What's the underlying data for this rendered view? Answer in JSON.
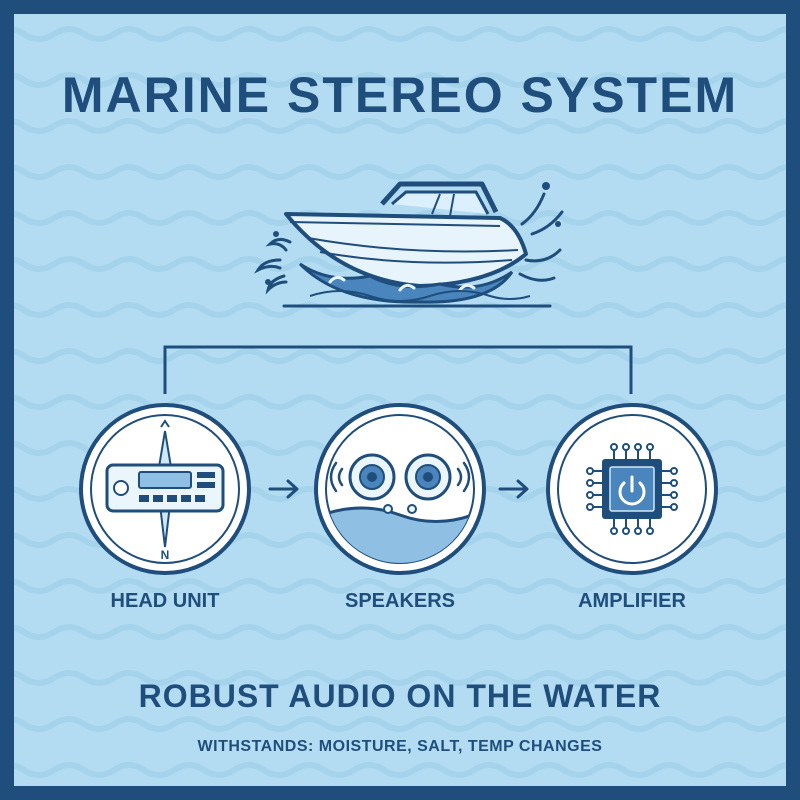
{
  "title": "MARINE STEREO SYSTEM",
  "nodes": [
    {
      "label": "HEAD UNIT",
      "icon": "car-radio-compass-icon"
    },
    {
      "label": "SPEAKERS",
      "icon": "speakers-icon"
    },
    {
      "label": "AMPLIFIER",
      "icon": "amplifier-chip-icon"
    }
  ],
  "compass": {
    "north": "N"
  },
  "tagline": "ROBUST AUDIO ON THE WATER",
  "subline": "WITHSTANDS: MOISTURE, SALT, TEMP CHANGES",
  "colors": {
    "frame": "#1f4e7d",
    "background": "#b3dcf2",
    "wave": "#a5d3ec",
    "icon_fill": "#cfe8f7",
    "water": "#4a86bd"
  }
}
